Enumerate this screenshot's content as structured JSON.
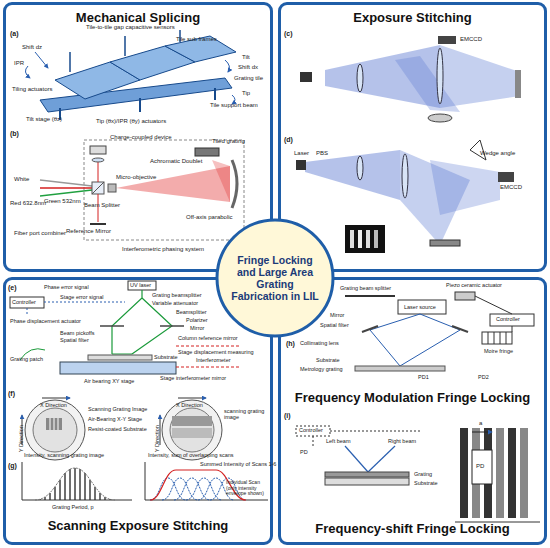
{
  "diagram": {
    "nodes": [
      {
        "text": [
          "Mechanical Splicing"
        ]
      },
      {
        "text": [
          "Exposure Stitching"
        ]
      },
      {
        "text": [
          "Fringe Locking and Large Area Grating Fabrication in LIL"
        ]
      },
      {
        "text": [
          "Scanning Exposure Stitching"
        ]
      },
      {
        "text": [
          "Frequency Modulation Fringe Locking",
          "Frequency-shift Fringe Locking"
        ]
      }
    ],
    "labels": [
      "(a)",
      "Shift dz",
      "IPR",
      "Tile-to-tile gap capacitive sensors",
      "Tile sub frames",
      "Tilt",
      "Shift dx",
      "Grating tile",
      "Tiling actuators",
      "Tip",
      "Tile support beam",
      "Tilt stage (θz)",
      "Tip (θx)/IPR (θy) actuators",
      "(b)",
      "Charge-coupled device",
      "Achromatic Doublet",
      "Tiled grating",
      "White",
      "Red 632.8nm",
      "Green 532nm",
      "Micro-objective",
      "Beam Splitter",
      "Off-axis parabolic",
      "Fiber port combiner",
      "Reference Mirror",
      "Interferometric phasing system",
      "(c)",
      "EMCCD",
      "(d)",
      "Laser",
      "PBS",
      "Wedge angle",
      "EMCCD",
      "(e)",
      "Controller",
      "Phase error signal",
      "Stage error signal",
      "UV laser",
      "Grating beamsplitter",
      "Variable attenuator",
      "Phase displacement actuator",
      "Beamsplitter",
      "Polarizer",
      "Mirror",
      "Beam pickoffs",
      "Spatial filter",
      "Column reference mirror",
      "Grating patch",
      "Substrate",
      "Stage displacement measuring",
      "Interferometer",
      "Stage interferometer mirror",
      "Air bearing XY stage",
      "(f)",
      "X Direction",
      "Y Direction",
      "Scanning Grating Image",
      "Air-Bearing X-Y Stage",
      "Resist-coated Substrate",
      "X Direction",
      "Y Direction",
      "scanning grating image",
      "(g)",
      "Intensity, scanning grating image",
      "Intensity, sum of overlapping scans",
      "Summed Intensity of Scans 1-6",
      "Individual Scan (only intensity envelope shown)",
      "Grating Period, p",
      "(h)",
      "Grating beam splitter",
      "Piezo ceramic actuator",
      "Laser source",
      "Controller",
      "Mirror",
      "Spatial filter",
      "Collimating lens",
      "Moire fringe",
      "Substrate",
      "Metrology grating",
      "PD1",
      "PD2",
      "(i)",
      "Controller",
      "PD",
      "Left beam",
      "Right beam",
      "Grating",
      "Substrate",
      "a",
      "PD"
    ]
  }
}
